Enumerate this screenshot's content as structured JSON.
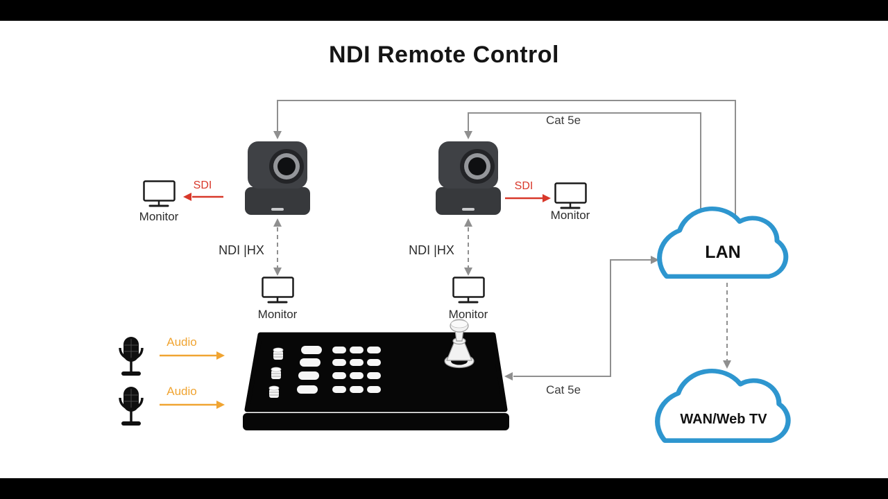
{
  "title": "NDI Remote Control",
  "diagram": {
    "monitors": {
      "sdi_left": "Monitor",
      "sdi_right": "Monitor",
      "ndi_left": "Monitor",
      "ndi_right": "Monitor"
    },
    "connections": {
      "sdi_left": "SDI",
      "sdi_right": "SDI",
      "ndi_left": "NDI |HX",
      "ndi_right": "NDI |HX",
      "audio_1": "Audio",
      "audio_2": "Audio",
      "cat5e_top": "Cat 5e",
      "cat5e_bottom": "Cat 5e"
    },
    "clouds": {
      "lan": "LAN",
      "wan": "WAN/Web TV"
    }
  },
  "colors": {
    "background": "#ffffff",
    "letterbox": "#000000",
    "line_gray": "#8f8f8f",
    "sdi_red": "#d8382a",
    "audio_orange": "#f0a431",
    "cloud_blue": "#2e96cf",
    "device_black": "#0a0a0a",
    "camera_gray": "#3f4145",
    "label_dark": "#2b2b2b"
  }
}
